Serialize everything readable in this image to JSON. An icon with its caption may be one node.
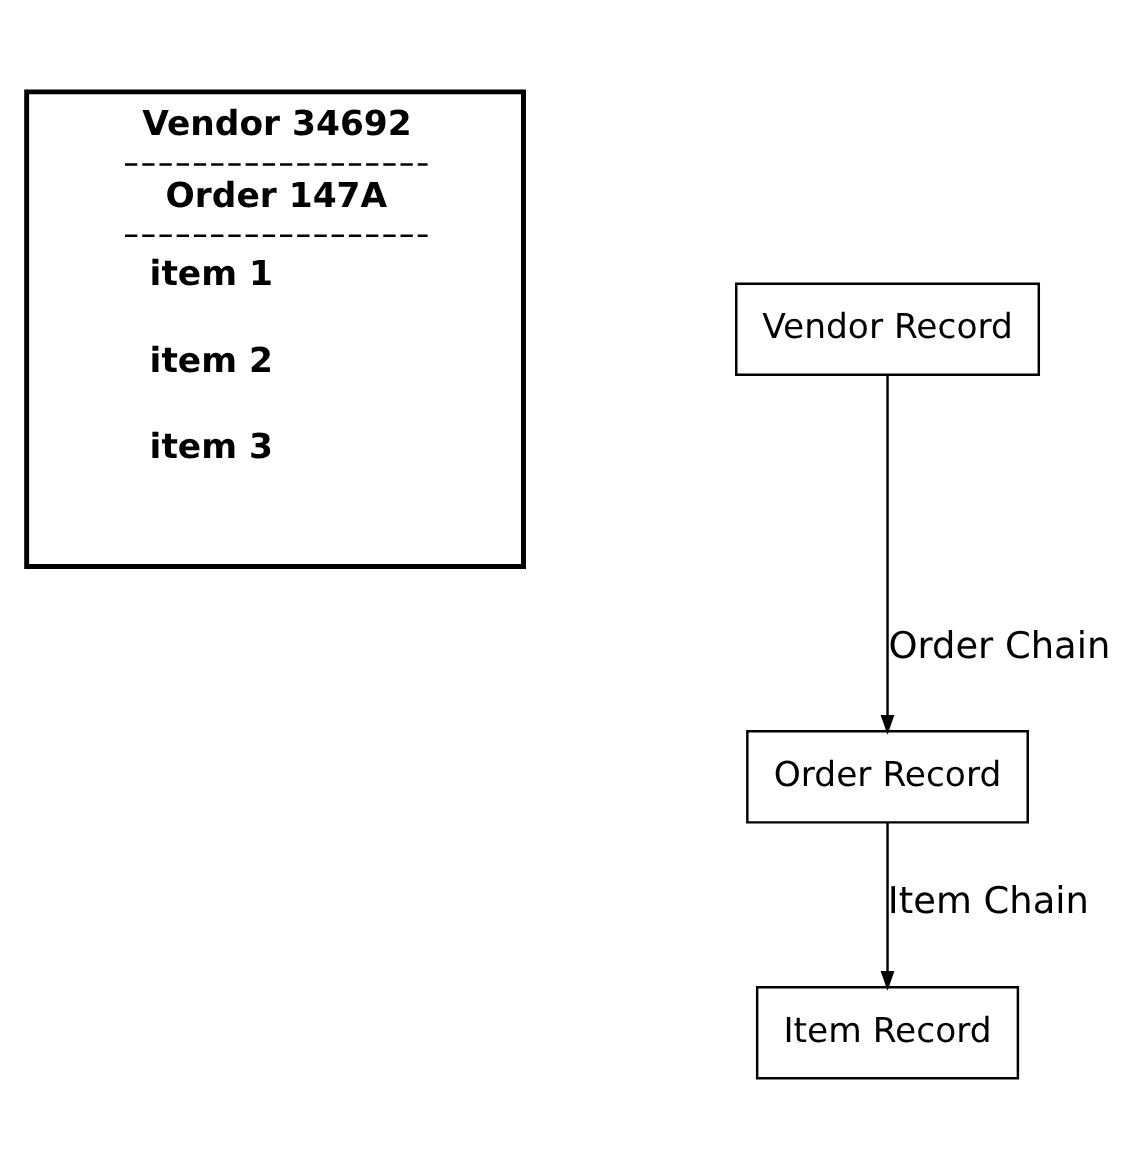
{
  "diagram": {
    "nodes": [
      {
        "text": [
          "Vendor 34692",
          "Order 147A",
          "item 1",
          "item 2",
          "item 3"
        ]
      },
      {
        "text": [
          "Vendor Record"
        ]
      },
      {
        "text": [
          "Order Record"
        ]
      },
      {
        "text": [
          "Item Record"
        ]
      }
    ],
    "edges": [
      {
        "from": 1,
        "to": 2,
        "arrow": "to",
        "label": "Order Chain"
      },
      {
        "from": 2,
        "to": 3,
        "arrow": "to",
        "label": "Item Chain"
      }
    ]
  }
}
